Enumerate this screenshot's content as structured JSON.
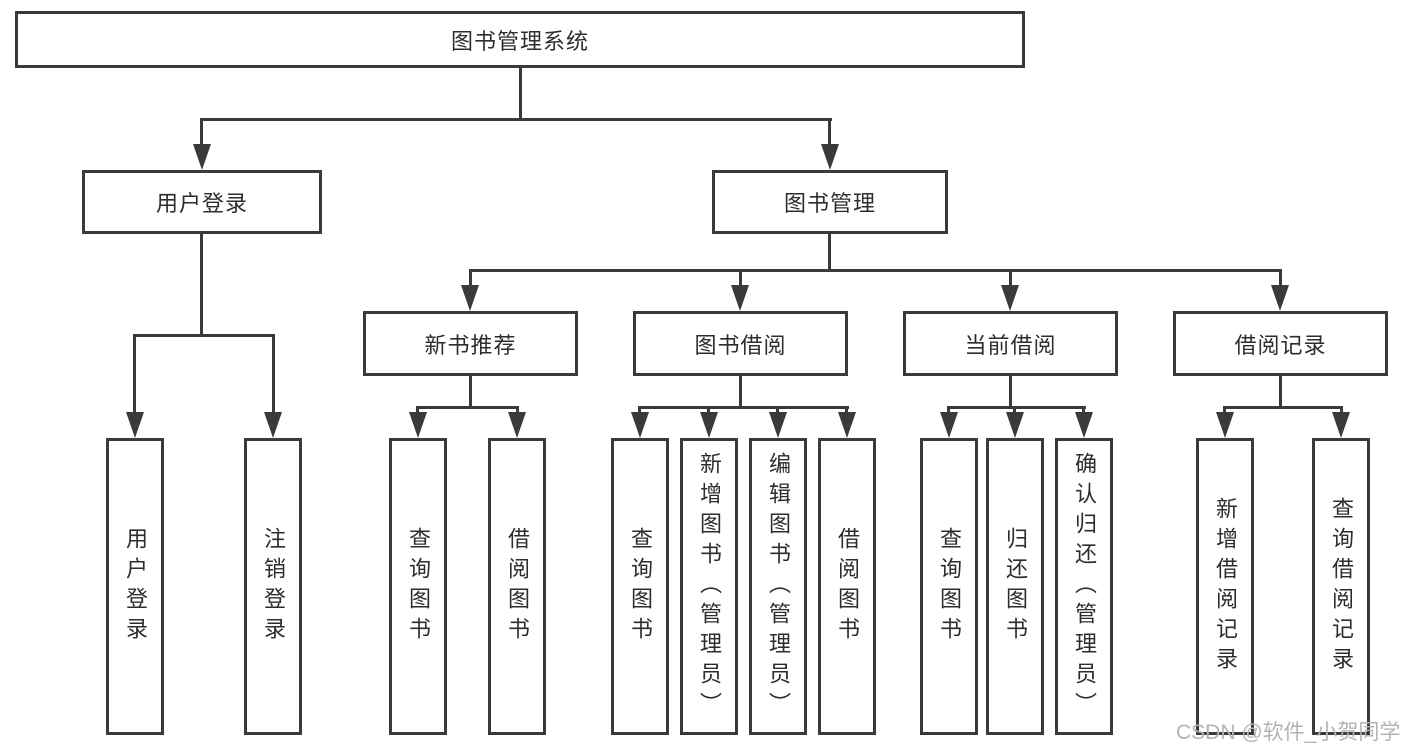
{
  "diagram": {
    "type": "tree",
    "root": {
      "label": "图书管理系统",
      "children": [
        {
          "label": "用户登录",
          "children": [
            {
              "label": "用户登录"
            },
            {
              "label": "注销登录"
            }
          ]
        },
        {
          "label": "图书管理",
          "children": [
            {
              "label": "新书推荐",
              "children": [
                {
                  "label": "查询图书"
                },
                {
                  "label": "借阅图书"
                }
              ]
            },
            {
              "label": "图书借阅",
              "children": [
                {
                  "label": "查询图书"
                },
                {
                  "label": "新增图书（管理员）"
                },
                {
                  "label": "编辑图书（管理员）"
                },
                {
                  "label": "借阅图书"
                }
              ]
            },
            {
              "label": "当前借阅",
              "children": [
                {
                  "label": "查询图书"
                },
                {
                  "label": "归还图书"
                },
                {
                  "label": "确认归还（管理员）"
                }
              ]
            },
            {
              "label": "借阅记录",
              "children": [
                {
                  "label": "新增借阅记录"
                },
                {
                  "label": "查询借阅记录"
                }
              ]
            }
          ]
        }
      ]
    }
  },
  "watermark": {
    "text": "CSDN @软件_小贺同学"
  },
  "colors": {
    "line": "#3a3a3a",
    "text": "#2d2d2d",
    "box_background": "#ffffff",
    "page_background": "#ffffff",
    "watermark": "#b3b3b3"
  }
}
